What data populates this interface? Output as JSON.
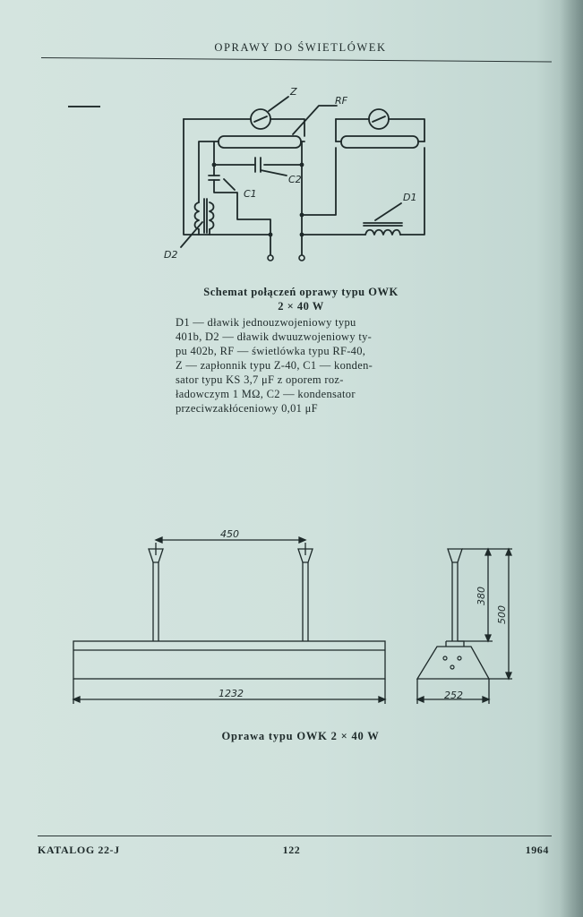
{
  "header": {
    "title": "OPRAWY DO ŚWIETLÓWEK"
  },
  "schematic": {
    "labels": {
      "z": "Z",
      "rf": "RF",
      "c1": "C1",
      "c2": "C2",
      "d1": "D1",
      "d2": "D2"
    },
    "caption_title_line1": "Schemat połączeń oprawy typu OWK",
    "caption_title_line2": "2 × 40 W",
    "caption_lines": [
      "D1 — dławik jednouzwojeniowy typu",
      "401b, D2 — dławik dwuuzwojeniowy ty-",
      "pu 402b, RF — świetlówka typu RF-40,",
      "Z — zapłonnik typu Z-40, C1 — konden-",
      "sator typu KS 3,7 μF z oporem roz-",
      "ładowczym 1 MΩ, C2 — kondensator",
      "przeciwzakłóceniowy 0,01 μF"
    ]
  },
  "drawing": {
    "dim_450": "450",
    "dim_1232": "1232",
    "dim_380": "380",
    "dim_500": "500",
    "dim_252": "252",
    "caption": "Oprawa typu OWK 2 × 40 W"
  },
  "footer": {
    "left": "KATALOG 22-J",
    "center": "122",
    "right": "1964"
  }
}
